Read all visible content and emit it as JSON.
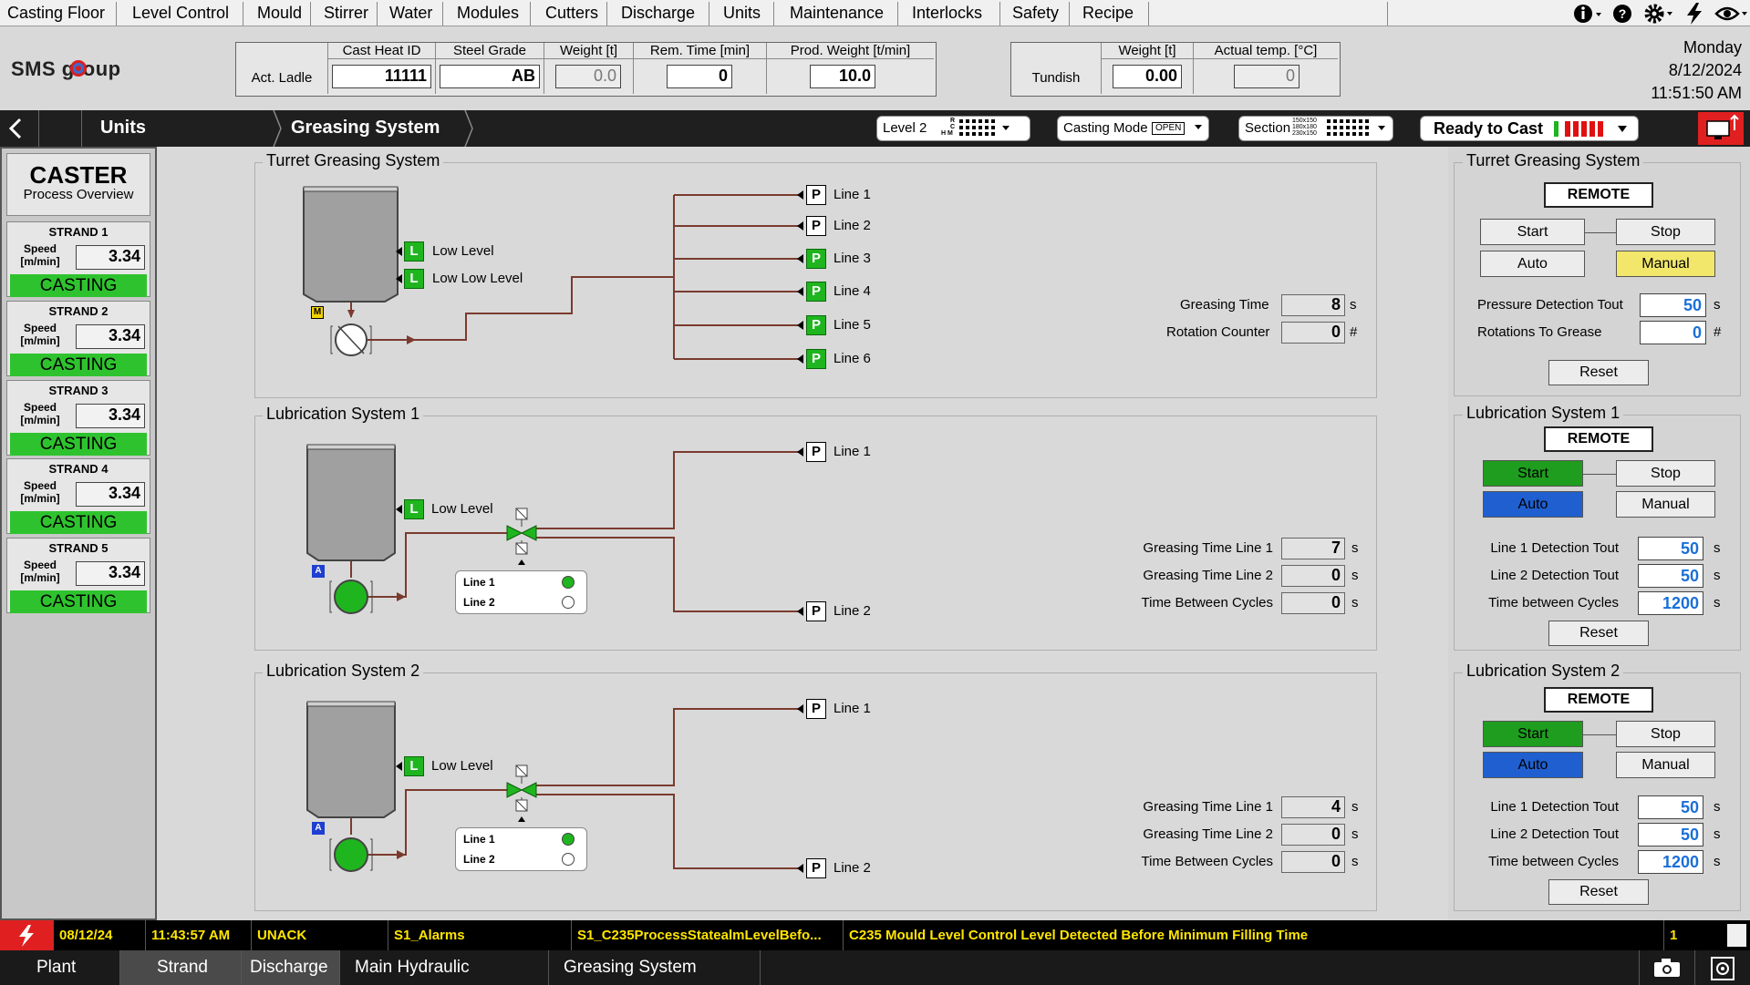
{
  "menu": [
    "Casting Floor",
    "Level Control",
    "Mould",
    "Stirrer",
    "Water",
    "Modules",
    "Cutters",
    "Discharge",
    "Units",
    "Maintenance",
    "Interlocks",
    "Safety",
    "Recipe"
  ],
  "logo": "SMS group",
  "ladle": {
    "row_label": "Act. Ladle",
    "headers": [
      "Cast Heat ID",
      "Steel Grade",
      "Weight [t]",
      "Rem. Time [min]",
      "Prod. Weight [t/min]"
    ],
    "values": [
      "11111",
      "AB",
      "0.0",
      "0",
      "10.0"
    ]
  },
  "tundish": {
    "row_label": "Tundish",
    "headers": [
      "Weight [t]",
      "Actual temp. [°C]"
    ],
    "values": [
      "0.00",
      "0"
    ]
  },
  "datetime": {
    "day": "Monday",
    "date": "8/12/2024",
    "time": "11:51:50 AM"
  },
  "nav": {
    "crumb1": "Units",
    "crumb2": "Greasing System",
    "level": "Level 2",
    "level_sub": [
      "R",
      "C",
      "M"
    ],
    "level_h": "H",
    "casting_mode": "Casting Mode",
    "casting_mode_state": "OPEN",
    "section": "Section",
    "section_sub": [
      "150x150",
      "180x180",
      "230x150"
    ],
    "ready": "Ready to Cast"
  },
  "sidebar": {
    "title": "CASTER",
    "subtitle": "Process Overview",
    "speed_label": [
      "Speed",
      "[m/min]"
    ],
    "strands": [
      {
        "name": "STRAND 1",
        "speed": "3.34",
        "status": "CASTING"
      },
      {
        "name": "STRAND 2",
        "speed": "3.34",
        "status": "CASTING"
      },
      {
        "name": "STRAND 3",
        "speed": "3.34",
        "status": "CASTING"
      },
      {
        "name": "STRAND 4",
        "speed": "3.34",
        "status": "CASTING"
      },
      {
        "name": "STRAND 5",
        "speed": "3.34",
        "status": "CASTING"
      }
    ]
  },
  "turret": {
    "title": "Turret Greasing System",
    "low_level": "Low Level",
    "low_low_level": "Low Low Level",
    "motor_tag": "M",
    "lines": [
      "Line 1",
      "Line 2",
      "Line 3",
      "Line 4",
      "Line 5",
      "Line 6"
    ],
    "greasing_time_label": "Greasing Time",
    "greasing_time": "8",
    "greasing_time_unit": "s",
    "rotation_label": "Rotation Counter",
    "rotation": "0",
    "rotation_unit": "#"
  },
  "lub1": {
    "title": "Lubrication System 1",
    "low_level": "Low Level",
    "tag": "A",
    "legend": [
      "Line 1",
      "Line 2"
    ],
    "lines": [
      "Line 1",
      "Line 2"
    ],
    "params": [
      {
        "label": "Greasing Time Line 1",
        "value": "7",
        "unit": "s"
      },
      {
        "label": "Greasing Time Line 2",
        "value": "0",
        "unit": "s"
      },
      {
        "label": "Time Between Cycles",
        "value": "0",
        "unit": "s"
      }
    ]
  },
  "lub2": {
    "title": "Lubrication System 2",
    "low_level": "Low Level",
    "tag": "A",
    "legend": [
      "Line 1",
      "Line 2"
    ],
    "lines": [
      "Line 1",
      "Line 2"
    ],
    "params": [
      {
        "label": "Greasing Time Line 1",
        "value": "4",
        "unit": "s"
      },
      {
        "label": "Greasing Time Line 2",
        "value": "0",
        "unit": "s"
      },
      {
        "label": "Time Between Cycles",
        "value": "0",
        "unit": "s"
      }
    ]
  },
  "control": {
    "remote": "REMOTE",
    "start": "Start",
    "stop": "Stop",
    "auto": "Auto",
    "manual": "Manual",
    "reset": "Reset",
    "turret_title": "Turret Greasing System",
    "pressure_label": "Pressure Detection Tout",
    "pressure": "50",
    "pressure_unit": "s",
    "rot_grease_label": "Rotations To Grease",
    "rot_grease": "0",
    "rot_grease_unit": "#",
    "lub1_title": "Lubrication System 1",
    "lub2_title": "Lubrication System 2",
    "lub1": [
      {
        "label": "Line 1 Detection Tout",
        "value": "50",
        "unit": "s"
      },
      {
        "label": "Line 2 Detection Tout",
        "value": "50",
        "unit": "s"
      },
      {
        "label": "Time between Cycles",
        "value": "1200",
        "unit": "s"
      }
    ],
    "lub2": [
      {
        "label": "Line 1 Detection Tout",
        "value": "50",
        "unit": "s"
      },
      {
        "label": "Line 2 Detection Tout",
        "value": "50",
        "unit": "s"
      },
      {
        "label": "Time between Cycles",
        "value": "1200",
        "unit": "s"
      }
    ]
  },
  "alarm": {
    "date": "08/12/24",
    "time": "11:43:57 AM",
    "state": "UNACK",
    "group": "S1_Alarms",
    "tag": "S1_C235ProcessStatealmLevelBefo...",
    "message": "C235 Mould Level Control Level Detected Before Minimum Filling Time",
    "count": "1"
  },
  "bottom_tabs": [
    "Plant",
    "Strand",
    "Discharge",
    "Main Hydraulic",
    "Greasing System"
  ],
  "colors": {
    "green": "#1fb51f",
    "blue": "#1f5fd0",
    "yellow": "#f2e76a",
    "alarm_text": "#ffe600",
    "pipe": "#7a3b2e"
  }
}
